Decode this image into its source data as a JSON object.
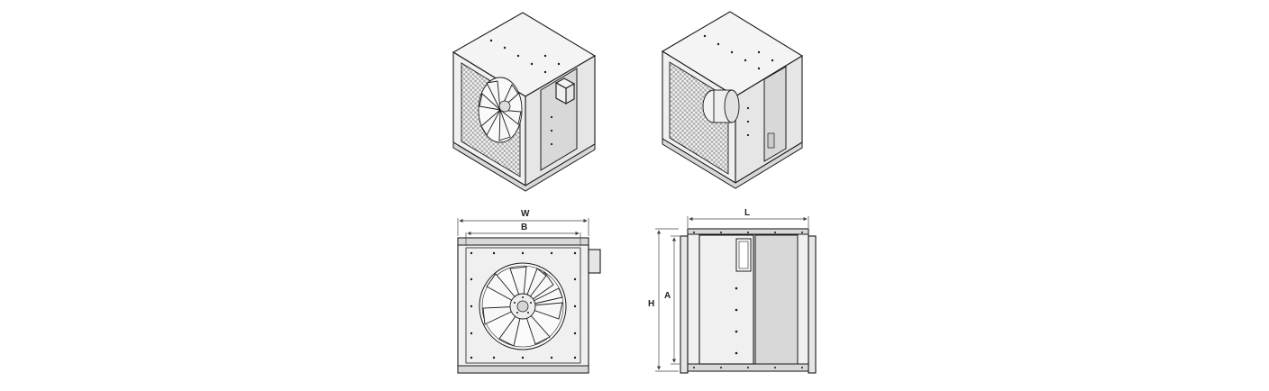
{
  "dimensions": {
    "width_label": "W",
    "inner_width_label": "B",
    "length_label": "L",
    "height_label": "H",
    "inner_height_label": "A"
  },
  "views": {
    "iso_inlet": "isometric-fan-side",
    "iso_outlet": "isometric-motor-side",
    "front": "front-elevation",
    "side": "side-elevation"
  },
  "colors": {
    "line": "#1a1a1a",
    "panel_light": "#f4f4f4",
    "panel_mid": "#e6e6e6",
    "panel_dark": "#d8d8d8"
  }
}
